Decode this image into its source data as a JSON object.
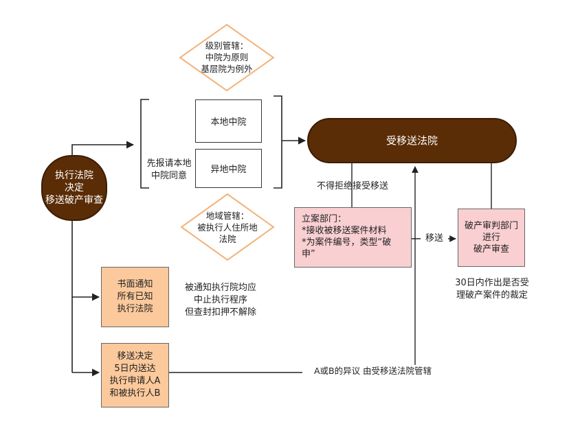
{
  "diagram": {
    "start_node": "执行法院\n决定\n移送破产审查",
    "jurisdiction_level": "级别管辖：\n中院为原则\n基层院为例外",
    "jurisdiction_region": "地域管辖：\n被执行人住所地\n法院",
    "court_local": "本地中院",
    "court_other": "异地中院",
    "report_approval": "先报请本地\n中院同意",
    "receiving_court": "受移送法院",
    "no_reject": "不得拒绝接受移送",
    "filing_dept": "立案部门：\n*接收被移送案件材料\n*为案件编号，类型“破\n申”",
    "transfer_label": "移送",
    "bankruptcy_trial": "破产审判部门\n进行\n破产审查",
    "decision_30_days": "30日内作出是否受\n理破产案件的裁定",
    "written_notice": "书面通知\n所有已知\n执行法院",
    "notice_effect": "被通知执行院均应\n中止执行程序\n但查封扣押不解除",
    "transfer_decision": "移送决定\n5日内送达\n执行申请人A\n和被执行人B",
    "objection": "A或B的异议 由受移送法院管辖"
  },
  "colors": {
    "dark_brown": "#5a2d07",
    "orange_box": "#fbc99b",
    "pink_box": "#f9cfd2",
    "diamond_border": "#f2b37a"
  }
}
